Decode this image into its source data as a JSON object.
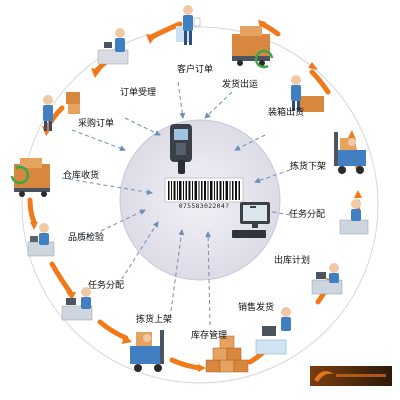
{
  "steps": [
    {
      "id": "customer-order",
      "label": "客户订单"
    },
    {
      "id": "order-accept",
      "label": "订单受理"
    },
    {
      "id": "purchase-order",
      "label": "采购订单"
    },
    {
      "id": "warehouse-receive",
      "label": "仓库收货"
    },
    {
      "id": "quality-check",
      "label": "品质检验"
    },
    {
      "id": "task-assign-1",
      "label": "任务分配"
    },
    {
      "id": "putaway",
      "label": "拣货上架"
    },
    {
      "id": "inventory-mgmt",
      "label": "库存管理"
    },
    {
      "id": "sales-ship",
      "label": "销售发货"
    },
    {
      "id": "outbound-plan",
      "label": "出库计划"
    },
    {
      "id": "task-assign-2",
      "label": "任务分配"
    },
    {
      "id": "pick-down",
      "label": "拣货下架"
    },
    {
      "id": "pack-out",
      "label": "装箱出货"
    },
    {
      "id": "ship-out",
      "label": "发货出运"
    }
  ],
  "center": {
    "barcode_number": "07558302204?"
  },
  "colors": {
    "arrow": "#f07a1a",
    "ring": "#cfcfd8",
    "center_fill": "#e9e7f0",
    "dashed": "#6f8fb8",
    "person": "#3f7fc2",
    "box": "#d8873f"
  }
}
